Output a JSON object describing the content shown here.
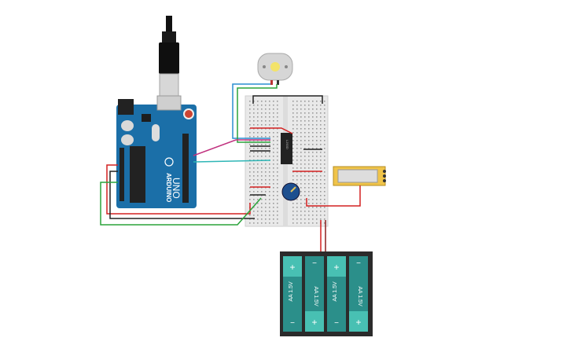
{
  "arduino": {
    "brand_label": "ARDUINO",
    "model_label": "UNO",
    "colors": {
      "board": "#1b6fa8",
      "board_dark": "#155c8c",
      "header": "#222222"
    }
  },
  "breadboard": {
    "color": "#e9e9e9",
    "hole": "#9a9a9a"
  },
  "ic": {
    "label": "L293D",
    "color": "#222222"
  },
  "motor": {
    "color": "#d6d6d6",
    "shaft": "#f3e36a"
  },
  "battery_pack": {
    "cells": [
      {
        "label": "AA 1.5V",
        "orientation": "positive-top"
      },
      {
        "label": "AA 1.5V",
        "orientation": "negative-top"
      },
      {
        "label": "AA 1.5V",
        "orientation": "positive-top"
      },
      {
        "label": "AA 1.5V",
        "orientation": "negative-top"
      }
    ],
    "plus": "+",
    "minus": "−",
    "colors": {
      "case": "#2b2b2b",
      "cell": "#2b8f8a",
      "cap": "#48c0b3"
    }
  },
  "slide_switch": {
    "color": "#f0c44a",
    "body": "#dddddd"
  },
  "potentiometer": {
    "color": "#1d4f8f"
  },
  "wires": {
    "red": "#d42020",
    "black": "#222222",
    "green": "#2aa33a",
    "blue": "#2a8ed1",
    "magenta": "#c0307e",
    "teal": "#2fb6b6",
    "dark_red": "#8a1e1e"
  }
}
